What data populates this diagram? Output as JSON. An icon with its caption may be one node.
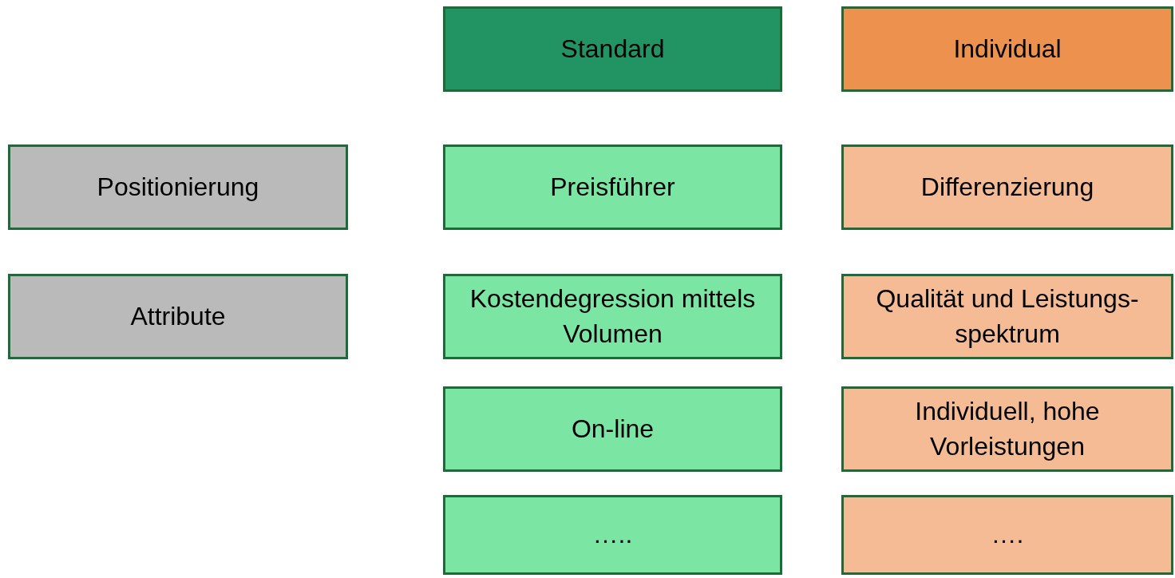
{
  "diagram": {
    "nodes": [
      {
        "text": [
          "Standard"
        ]
      },
      {
        "text": [
          "Individual"
        ]
      },
      {
        "text": [
          "Positionierung"
        ]
      },
      {
        "text": [
          "Preisführer"
        ]
      },
      {
        "text": [
          "Differenzierung"
        ]
      },
      {
        "text": [
          "Attribute"
        ]
      },
      {
        "text": [
          "Kostendegression mittels Volumen"
        ]
      },
      {
        "text": [
          "Qualität und Leistungs- spektrum"
        ]
      },
      {
        "text": [
          "On-line"
        ]
      },
      {
        "text": [
          "Individuell, hohe Vorleistungen"
        ]
      },
      {
        "text": [
          "….."
        ]
      },
      {
        "text": [
          "…."
        ]
      }
    ]
  }
}
